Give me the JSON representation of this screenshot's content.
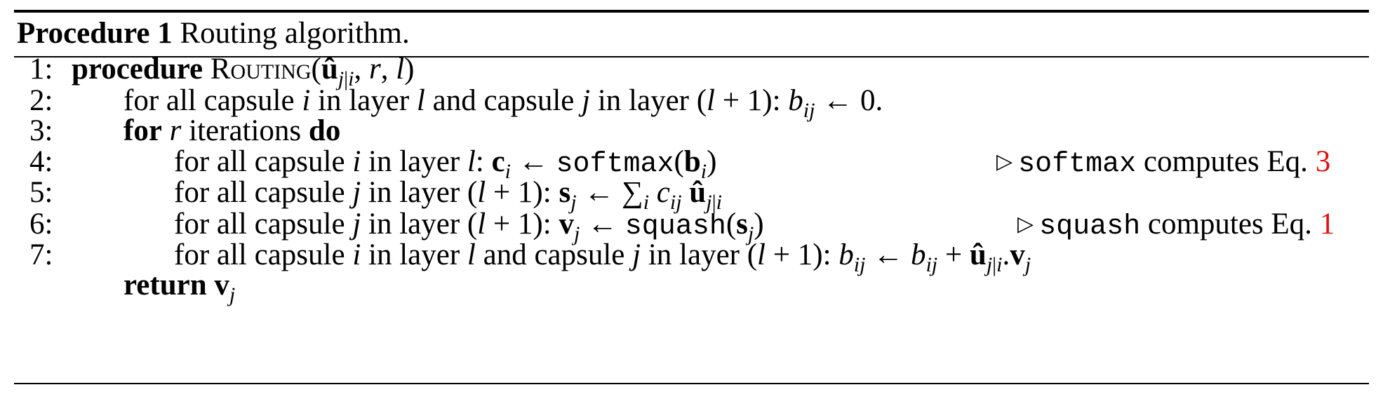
{
  "caption": {
    "label": "Procedure 1",
    "text": "Routing algorithm."
  },
  "lines": [
    {
      "number": "1:"
    },
    {
      "number": "2:",
      "text": "for all capsule i in layer l and capsule j in layer (l + 1): b_ij ← 0."
    },
    {
      "number": "3:"
    },
    {
      "number": "4:"
    },
    {
      "number": "5:"
    },
    {
      "number": "6:"
    },
    {
      "number": "7:"
    }
  ],
  "keywords": {
    "procedure": "procedure",
    "routing": "Routing",
    "for": "for",
    "iterations": "iterations",
    "do": "do",
    "return": "return"
  },
  "functions": {
    "softmax": "softmax",
    "squash": "squash"
  },
  "comments": {
    "line4": {
      "text": "softmax computes Eq.",
      "eq_ref": "3"
    },
    "line6": {
      "text": "squash computes Eq.",
      "eq_ref": "1"
    }
  },
  "colors": {
    "eq_ref": "#e01010",
    "text": "#000000"
  }
}
